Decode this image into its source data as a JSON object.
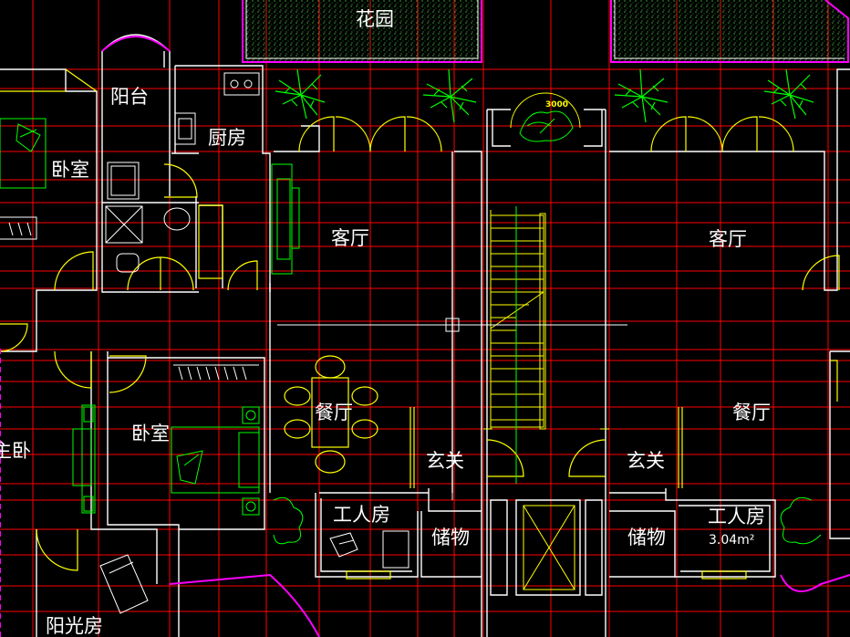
{
  "colors": {
    "background": "#000000",
    "grid": "#ff0000",
    "walls": "#ffffff",
    "doors": "#ffff00",
    "furniture": "#00ff00",
    "balcony_arc": "#ff00ff",
    "stair": "#ffff00"
  },
  "rooms": {
    "garden": "花园",
    "balcony": "阳台",
    "kitchen": "厨房",
    "bedroom_left": "卧室",
    "living_left": "客厅",
    "living_right": "客厅",
    "bedroom_mid": "卧室",
    "dining_left": "餐厅",
    "dining_right": "餐厅",
    "master_bedroom": "主卧",
    "foyer_left": "玄关",
    "foyer_right": "玄关",
    "maid_room_left": "工人房",
    "maid_room_right": "工人房",
    "storage_left": "储物",
    "storage_right": "储物",
    "sunroom": "阳光房",
    "area_note": "3.04m²",
    "planter_dim": "3000"
  },
  "icons": [
    "palm-tree-icon",
    "bed-icon",
    "sofa-icon",
    "dining-table-icon",
    "stove-icon",
    "sink-icon",
    "toilet-icon",
    "elevator-icon",
    "stair-icon"
  ]
}
